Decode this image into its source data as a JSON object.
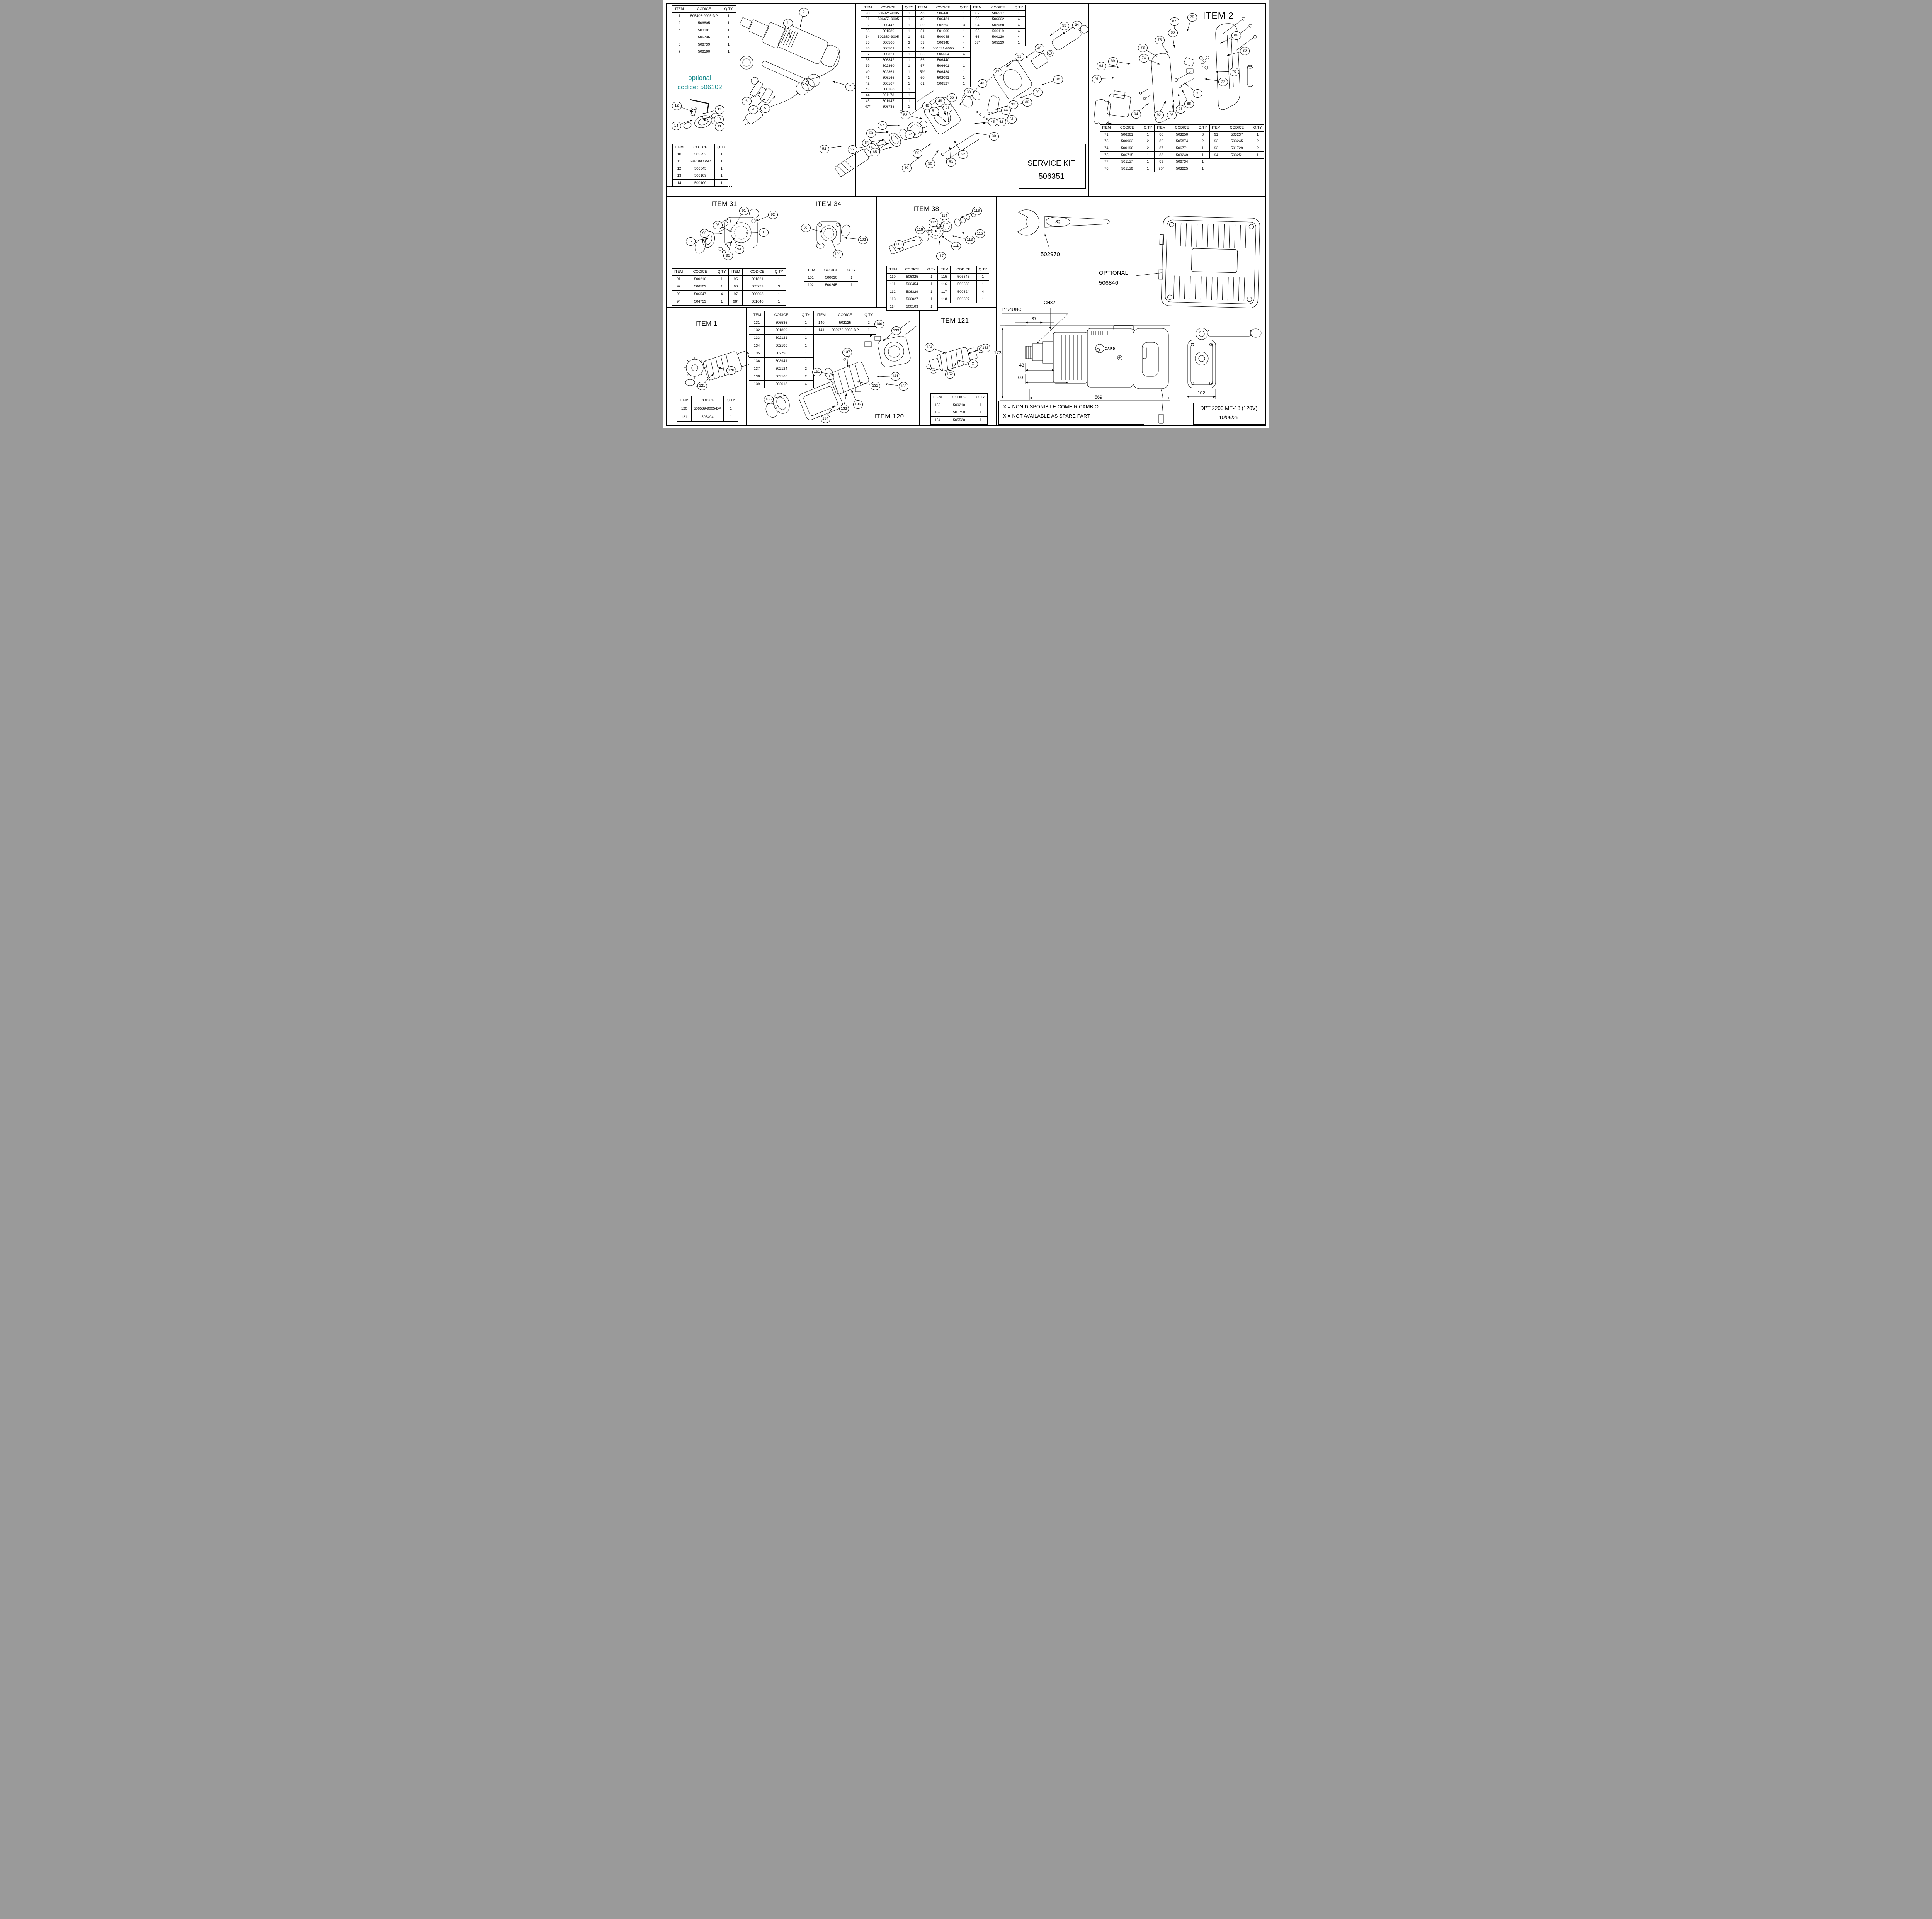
{
  "colors": {
    "accent": "#15898C",
    "ink": "#000000",
    "paper": "#FFFFFF"
  },
  "title_block": {
    "line1": "DPT 2200 ME-18 (120V)",
    "line2": "10/06/25"
  },
  "notes": {
    "line1": "X = NON DISPONIBILE COME RICAMBIO",
    "line2": "X = NOT AVAILABLE AS SPARE PART"
  },
  "labels": {
    "optional_line1": "optional",
    "optional_line2": "codice: 506102",
    "service_kit_line1": "SERVICE KIT",
    "service_kit_line2": "506351",
    "wrench_code": "502970",
    "wrench_size": "32",
    "optional_case_line1": "OPTIONAL",
    "optional_case_line2": "506846",
    "brand": "CARDI"
  },
  "dims": {
    "thread": "1\"1/4UNC",
    "d37": "37",
    "ch32": "CH32",
    "d173": "173",
    "d43": "43",
    "d60": "60",
    "d569": "569",
    "d102": "102"
  },
  "sections": {
    "item2": "ITEM 2",
    "item31": "ITEM 31",
    "item34": "ITEM 34",
    "item38": "ITEM 38",
    "item1": "ITEM 1",
    "item120": "ITEM 120",
    "item121": "ITEM 121"
  },
  "table_headers": [
    "ITEM",
    "CODICE",
    "Q.TY"
  ],
  "tables": {
    "top_left": {
      "rows": [
        [
          "1",
          "505406-9005-DP",
          "1"
        ],
        [
          "2",
          "506805",
          "1"
        ],
        [
          "4",
          "500101",
          "1"
        ],
        [
          "5",
          "506736",
          "1"
        ],
        [
          "6",
          "506739",
          "1"
        ],
        [
          "7",
          "506180",
          "1"
        ]
      ]
    },
    "optional": {
      "rows": [
        [
          "10",
          "505353",
          "1"
        ],
        [
          "11",
          "506103-CAR",
          "1"
        ],
        [
          "12",
          "506645",
          "1"
        ],
        [
          "13",
          "506109",
          "1"
        ],
        [
          "14",
          "500100",
          "1"
        ]
      ]
    },
    "center_a": {
      "rows": [
        [
          "30",
          "506324-9005",
          "1"
        ],
        [
          "31",
          "506456-9005",
          "1"
        ],
        [
          "32",
          "506447",
          "1"
        ],
        [
          "33",
          "501589",
          "1"
        ],
        [
          "34",
          "502380-9005",
          "1"
        ],
        [
          "35",
          "506560",
          "3"
        ],
        [
          "36",
          "506501",
          "1"
        ],
        [
          "37",
          "506321",
          "1"
        ],
        [
          "38",
          "506342",
          "1"
        ],
        [
          "39",
          "502360",
          "1"
        ],
        [
          "40",
          "502361",
          "1"
        ],
        [
          "41",
          "506166",
          "1"
        ],
        [
          "42",
          "506167",
          "1"
        ],
        [
          "43",
          "506168",
          "1"
        ],
        [
          "44",
          "501173",
          "1"
        ],
        [
          "45",
          "501947",
          "1"
        ],
        [
          "47*",
          "506735",
          "1"
        ]
      ]
    },
    "center_b": {
      "rows": [
        [
          "48",
          "506446",
          "1"
        ],
        [
          "49",
          "506431",
          "1"
        ],
        [
          "50",
          "502292",
          "3"
        ],
        [
          "51",
          "501609",
          "1"
        ],
        [
          "52",
          "500048",
          "4"
        ],
        [
          "53",
          "506348",
          "4"
        ],
        [
          "54",
          "504631-9005",
          "1"
        ],
        [
          "55",
          "506554",
          "4"
        ],
        [
          "56",
          "506440",
          "1"
        ],
        [
          "57",
          "506601",
          "1"
        ],
        [
          "59*",
          "506434",
          "1"
        ],
        [
          "60",
          "502091",
          "1"
        ],
        [
          "61",
          "506527",
          "1"
        ]
      ]
    },
    "center_c": {
      "rows": [
        [
          "62",
          "506517",
          "1"
        ],
        [
          "63",
          "506602",
          "4"
        ],
        [
          "64",
          "502088",
          "4"
        ],
        [
          "65",
          "500119",
          "4"
        ],
        [
          "66",
          "500120",
          "4"
        ],
        [
          "67*",
          "505539",
          "1"
        ]
      ]
    },
    "item2_a": {
      "rows": [
        [
          "71",
          "506281",
          "1"
        ],
        [
          "73",
          "500903",
          "2"
        ],
        [
          "74",
          "500190",
          "2"
        ],
        [
          "75",
          "506715",
          "1"
        ],
        [
          "77",
          "501157",
          "1"
        ],
        [
          "78",
          "501156",
          "1"
        ]
      ]
    },
    "item2_b": {
      "rows": [
        [
          "80",
          "503250",
          "8"
        ],
        [
          "86",
          "505874",
          "2"
        ],
        [
          "87",
          "506771",
          "1"
        ],
        [
          "88",
          "503249",
          "1"
        ],
        [
          "89",
          "506734",
          "1"
        ],
        [
          "90*",
          "503225",
          "1"
        ]
      ]
    },
    "item2_c": {
      "rows": [
        [
          "91",
          "503237",
          "1"
        ],
        [
          "92",
          "503245",
          "2"
        ],
        [
          "93",
          "501729",
          "2"
        ],
        [
          "94",
          "503251",
          "1"
        ]
      ]
    },
    "item31_a": {
      "rows": [
        [
          "91",
          "500210",
          "1"
        ],
        [
          "92",
          "506502",
          "1"
        ],
        [
          "93",
          "506547",
          "4"
        ],
        [
          "94",
          "504753",
          "1"
        ]
      ]
    },
    "item31_b": {
      "rows": [
        [
          "95",
          "501821",
          "1"
        ],
        [
          "96",
          "505273",
          "3"
        ],
        [
          "97",
          "506608",
          "1"
        ],
        [
          "98*",
          "501640",
          "1"
        ]
      ]
    },
    "item34": {
      "rows": [
        [
          "101",
          "500030",
          "1"
        ],
        [
          "102",
          "500245",
          "1"
        ]
      ]
    },
    "item38_a": {
      "rows": [
        [
          "110",
          "506325",
          "1"
        ],
        [
          "111",
          "500454",
          "1"
        ],
        [
          "112",
          "506329",
          "1"
        ],
        [
          "113",
          "500027",
          "1"
        ],
        [
          "114",
          "500103",
          "1"
        ]
      ]
    },
    "item38_b": {
      "rows": [
        [
          "115",
          "506546",
          "1"
        ],
        [
          "116",
          "506330",
          "1"
        ],
        [
          "117",
          "500824",
          "4"
        ],
        [
          "118",
          "506327",
          "1"
        ]
      ]
    },
    "item1": {
      "rows": [
        [
          "120",
          "506569-9005-DP",
          "1"
        ],
        [
          "121",
          "505404",
          "1"
        ]
      ]
    },
    "item120_a": {
      "rows": [
        [
          "131",
          "506536",
          "1"
        ],
        [
          "132",
          "501869",
          "1"
        ],
        [
          "133",
          "502121",
          "1"
        ],
        [
          "134",
          "502186",
          "1"
        ],
        [
          "135",
          "502796",
          "1"
        ],
        [
          "136",
          "503941",
          "1"
        ],
        [
          "137",
          "502124",
          "2"
        ],
        [
          "138",
          "503166",
          "2"
        ],
        [
          "139",
          "502018",
          "4"
        ]
      ]
    },
    "item120_b": {
      "rows": [
        [
          "140",
          "502125",
          "2"
        ],
        [
          "141",
          "502972-9005-DP",
          "1"
        ]
      ]
    },
    "item121": {
      "rows": [
        [
          "152",
          "500210",
          "1"
        ],
        [
          "153",
          "501750",
          "1"
        ],
        [
          "154",
          "505520",
          "1"
        ]
      ]
    }
  },
  "callouts": {
    "main_drill": [
      "2",
      "1",
      "7",
      "6",
      "4",
      "5"
    ],
    "optional_box": [
      "12",
      "13",
      "10",
      "14",
      "11"
    ],
    "central": [
      "55",
      "34",
      "40",
      "31",
      "37",
      "38",
      "43",
      "33",
      "55",
      "39",
      "36",
      "35",
      "44",
      "45",
      "42",
      "61",
      "30",
      "41",
      "52",
      "48",
      "51",
      "49",
      "53",
      "53",
      "57",
      "62",
      "56",
      "60",
      "50",
      "63",
      "64",
      "66",
      "65",
      "32",
      "54"
    ],
    "item2": [
      "87",
      "75",
      "86",
      "80",
      "75",
      "73",
      "74",
      "80",
      "89",
      "92",
      "91",
      "78",
      "77",
      "80",
      "88",
      "71",
      "94",
      "92",
      "93"
    ],
    "item31": [
      "91",
      "92",
      "93",
      "X",
      "96",
      "94",
      "97",
      "95"
    ],
    "item34": [
      "X",
      "102",
      "101"
    ],
    "item38": [
      "110",
      "118",
      "112",
      "114",
      "116",
      "115",
      "113",
      "111",
      "117"
    ],
    "item1": [
      "120",
      "121"
    ],
    "item120": [
      "140",
      "139",
      "137",
      "131",
      "141",
      "132",
      "138",
      "136",
      "135",
      "133",
      "134"
    ],
    "item121": [
      "154",
      "153",
      "X",
      "152"
    ]
  }
}
